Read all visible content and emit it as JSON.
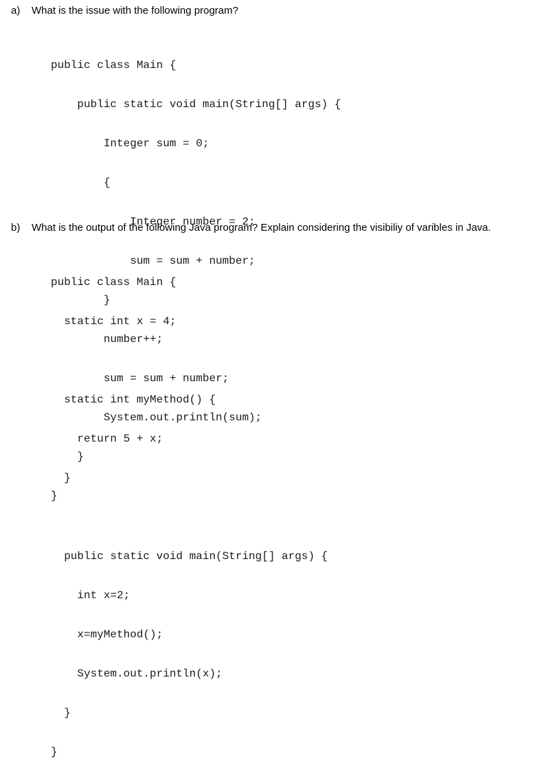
{
  "question_a": {
    "label": "a)",
    "text": "What is the issue with the following program?",
    "code": [
      "public class Main {",
      "    public static void main(String[] args) {",
      "        Integer sum = 0;",
      "        {",
      "            Integer number = 2;",
      "            sum = sum + number;",
      "        }",
      "        number++;",
      "        sum = sum + number;",
      "        System.out.println(sum);",
      "    }",
      "}"
    ]
  },
  "question_b": {
    "label": "b)",
    "text": "What is the output of the following Java program? Explain considering the visibiliy of varibles in Java.",
    "code": [
      "public class Main {",
      "  static int x = 4;",
      "",
      "  static int myMethod() {",
      "    return 5 + x;",
      "  }",
      "",
      "  public static void main(String[] args) {",
      "    int x=2;",
      "    x=myMethod();",
      "    System.out.println(x);",
      "  }",
      "}"
    ]
  }
}
